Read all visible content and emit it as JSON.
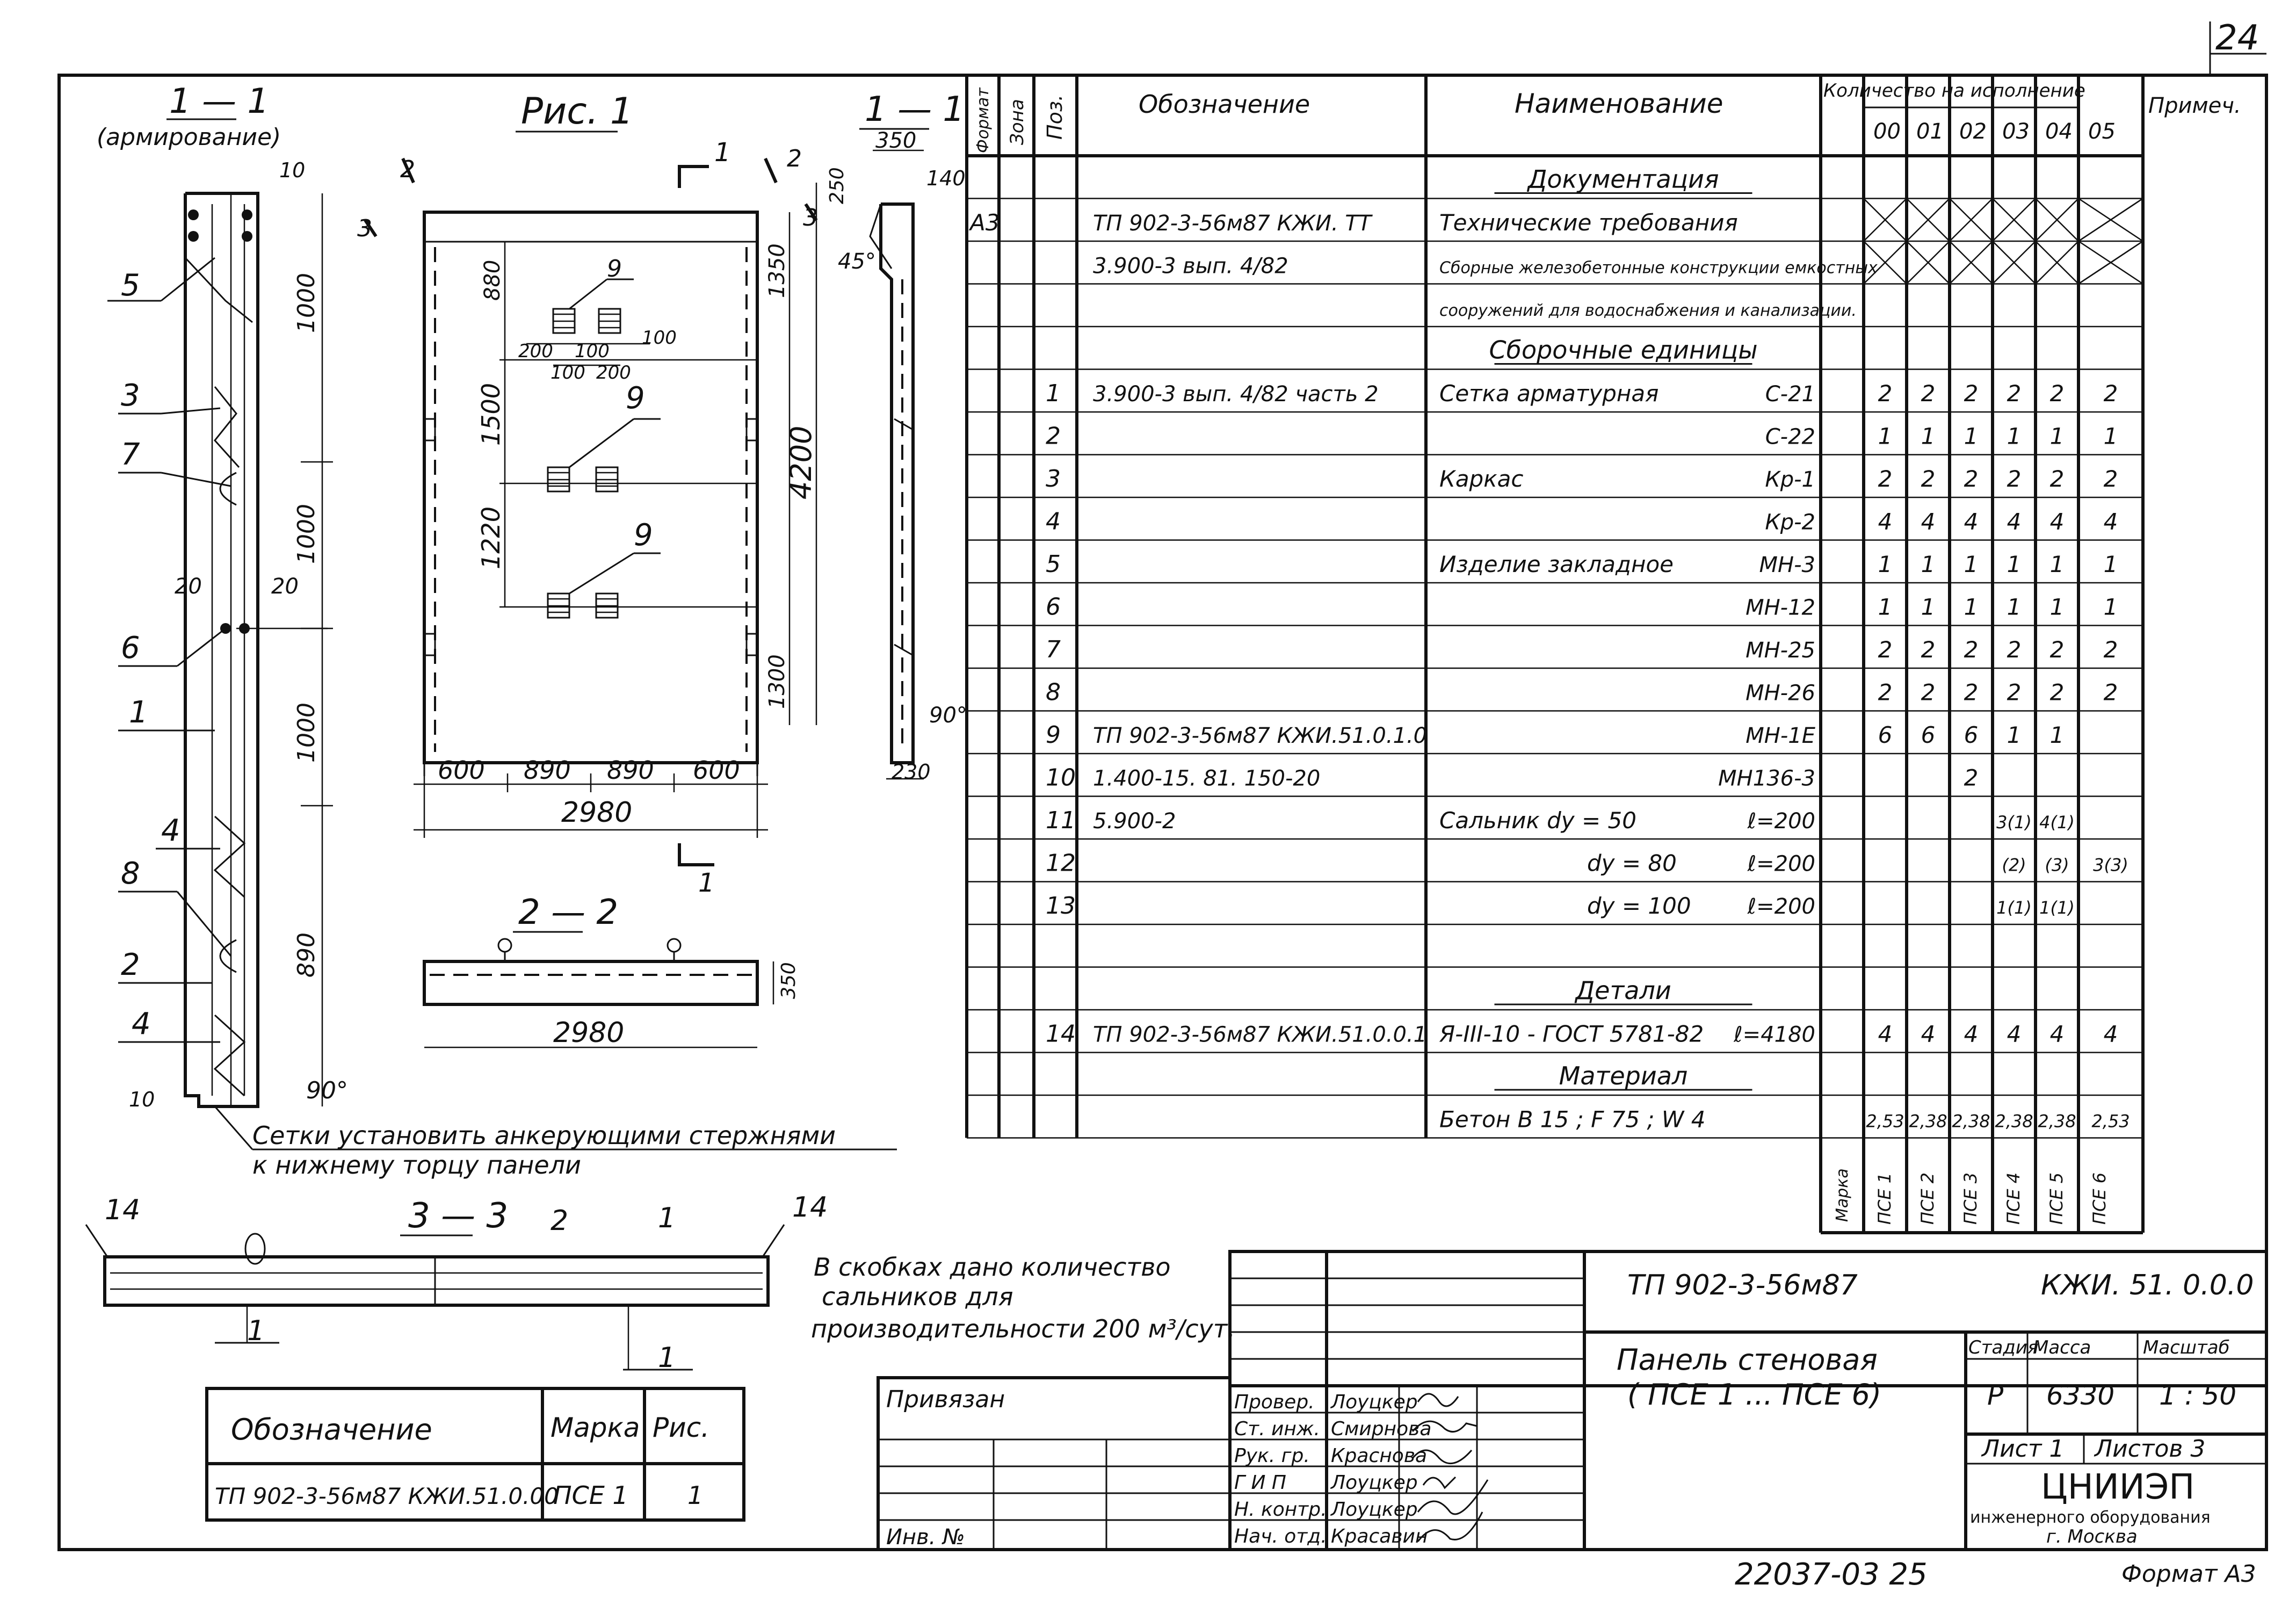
{
  "sheet_number": "24",
  "section_1_1_reinf": {
    "title": "1 — 1",
    "subtitle": "(армирование)",
    "dims": [
      "10",
      "1000",
      "1000",
      "20",
      "20",
      "1000",
      "890",
      "10",
      "90°"
    ],
    "callouts": [
      "5",
      "3",
      "7",
      "6",
      "1",
      "4",
      "8",
      "2",
      "4"
    ],
    "note_line1": "Сетки установить анкерующими стержнями",
    "note_line2": "к нижнему торцу панели"
  },
  "fig1": {
    "title": "Рис. 1",
    "cut_labels": [
      "2",
      "3",
      "1",
      "2",
      "3",
      "1"
    ],
    "dims_vertical": [
      "880",
      "1500",
      "1220",
      "1350",
      "4200",
      "1300"
    ],
    "dims_small": [
      "200",
      "100",
      "100",
      "200",
      "100"
    ],
    "callouts": [
      "9",
      "9",
      "9"
    ],
    "dims_bottom": [
      "600",
      "890",
      "890",
      "600"
    ],
    "total_width": "2980"
  },
  "section_1_1_side": {
    "title": "1 — 1",
    "dims": [
      "350",
      "140",
      "250",
      "45°",
      "90°",
      "230"
    ]
  },
  "section_2_2": {
    "title": "2 — 2",
    "width": "2980",
    "height": "350"
  },
  "section_3_3": {
    "title": "3 — 3",
    "callouts": [
      "14",
      "2",
      "1",
      "14",
      "1",
      "1"
    ]
  },
  "note_left": {
    "line1": "В скобках дано количество",
    "line2": "сальников  для",
    "line3": "производительности 200 м³/сут."
  },
  "spec": {
    "headers": {
      "format": "Формат",
      "zone": "Зона",
      "pos": "Поз.",
      "designation": "Обозначение",
      "name": "Наименование",
      "qty_group": "Количество на исполнение",
      "note": "Примеч.",
      "variants": [
        "00",
        "01",
        "02",
        "03",
        "04",
        "05"
      ]
    },
    "rows": [
      {
        "fmt": "",
        "pos": "",
        "des": "",
        "name": "Документация",
        "mark": "",
        "q": [
          "",
          "",
          "",
          "",
          "",
          ""
        ],
        "sec": true
      },
      {
        "fmt": "А3",
        "pos": "",
        "des": "ТП 902-3-56м87  КЖИ. ТТ",
        "name": "Технические требования",
        "mark": "",
        "q": [
          "",
          "",
          "",
          "",
          "",
          ""
        ],
        "cross": true
      },
      {
        "fmt": "",
        "pos": "",
        "des": "3.900-3  вып. 4/82",
        "name": "Сборные железобетонные конструкции емкостных",
        "mark": "",
        "q": [
          "",
          "",
          "",
          "",
          "",
          ""
        ],
        "cross": true
      },
      {
        "fmt": "",
        "pos": "",
        "des": "",
        "name": "сооружений для водоснабжения и канализации.",
        "mark": "",
        "q": [
          "",
          "",
          "",
          "",
          "",
          ""
        ]
      },
      {
        "fmt": "",
        "pos": "",
        "des": "",
        "name": "Сборочные единицы",
        "mark": "",
        "q": [
          "",
          "",
          "",
          "",
          "",
          ""
        ],
        "sec": true
      },
      {
        "fmt": "",
        "pos": "1",
        "des": "3.900-3  вып. 4/82 часть 2",
        "name": "Сетка арматурная",
        "mark": "С-21",
        "q": [
          "2",
          "2",
          "2",
          "2",
          "2",
          "2"
        ]
      },
      {
        "fmt": "",
        "pos": "2",
        "des": "",
        "name": "",
        "mark": "С-22",
        "q": [
          "1",
          "1",
          "1",
          "1",
          "1",
          "1"
        ]
      },
      {
        "fmt": "",
        "pos": "3",
        "des": "",
        "name": "Каркас",
        "mark": "Кр-1",
        "q": [
          "2",
          "2",
          "2",
          "2",
          "2",
          "2"
        ]
      },
      {
        "fmt": "",
        "pos": "4",
        "des": "",
        "name": "",
        "mark": "Кр-2",
        "q": [
          "4",
          "4",
          "4",
          "4",
          "4",
          "4"
        ]
      },
      {
        "fmt": "",
        "pos": "5",
        "des": "",
        "name": "Изделие закладное",
        "mark": "МН-3",
        "q": [
          "1",
          "1",
          "1",
          "1",
          "1",
          "1"
        ]
      },
      {
        "fmt": "",
        "pos": "6",
        "des": "",
        "name": "",
        "mark": "МН-12",
        "q": [
          "1",
          "1",
          "1",
          "1",
          "1",
          "1"
        ]
      },
      {
        "fmt": "",
        "pos": "7",
        "des": "",
        "name": "",
        "mark": "МН-25",
        "q": [
          "2",
          "2",
          "2",
          "2",
          "2",
          "2"
        ]
      },
      {
        "fmt": "",
        "pos": "8",
        "des": "",
        "name": "",
        "mark": "МН-26",
        "q": [
          "2",
          "2",
          "2",
          "2",
          "2",
          "2"
        ]
      },
      {
        "fmt": "",
        "pos": "9",
        "des": "ТП 902-3-56м87  КЖИ.51.0.1.0",
        "name": "",
        "mark": "МН-1Е",
        "q": [
          "6",
          "6",
          "6",
          "1",
          "1",
          ""
        ]
      },
      {
        "fmt": "",
        "pos": "10",
        "des": "1.400-15. 81.  150-20",
        "name": "",
        "mark": "МН136-3",
        "q": [
          "",
          "",
          "2",
          "",
          "",
          ""
        ]
      },
      {
        "fmt": "",
        "pos": "11",
        "des": "5.900-2",
        "name": "Сальник     dу = 50",
        "mark": "ℓ=200",
        "q": [
          "",
          "",
          "",
          "3(1)",
          "4(1)",
          ""
        ]
      },
      {
        "fmt": "",
        "pos": "12",
        "des": "",
        "name": "dу = 80",
        "mark": "ℓ=200",
        "q": [
          "",
          "",
          "",
          "(2)",
          "(3)",
          "3(3)"
        ]
      },
      {
        "fmt": "",
        "pos": "13",
        "des": "",
        "name": "dу = 100",
        "mark": "ℓ=200",
        "q": [
          "",
          "",
          "",
          "1(1)",
          "1(1)",
          ""
        ]
      },
      {
        "fmt": "",
        "pos": "",
        "des": "",
        "name": "",
        "mark": "",
        "q": [
          "",
          "",
          "",
          "",
          "",
          ""
        ]
      },
      {
        "fmt": "",
        "pos": "",
        "des": "",
        "name": "Детали",
        "mark": "",
        "q": [
          "",
          "",
          "",
          "",
          "",
          ""
        ],
        "sec": true
      },
      {
        "fmt": "",
        "pos": "14",
        "des": "ТП 902-3-56м87  КЖИ.51.0.0.1",
        "name": "Я-III-10 - ГОСТ 5781-82",
        "mark": "ℓ=4180",
        "q": [
          "4",
          "4",
          "4",
          "4",
          "4",
          "4"
        ]
      },
      {
        "fmt": "",
        "pos": "",
        "des": "",
        "name": "Материал",
        "mark": "",
        "q": [
          "",
          "",
          "",
          "",
          "",
          ""
        ],
        "sec": true
      },
      {
        "fmt": "",
        "pos": "",
        "des": "",
        "name": "Бетон  В 15 ;  F 75 ;  W 4",
        "mark": "",
        "q": [
          "2,53",
          "2,38",
          "2,38",
          "2,38",
          "2,38",
          "2,53"
        ]
      }
    ],
    "marks_label": "Марка",
    "marks": [
      "ПСЕ 1",
      "ПСЕ 2",
      "ПСЕ 3",
      "ПСЕ 4",
      "ПСЕ 5",
      "ПСЕ 6"
    ]
  },
  "mark_table": {
    "headers": [
      "Обозначение",
      "Марка",
      "Рис."
    ],
    "row": [
      "ТП 902-3-56м87  КЖИ.51.0.00",
      "ПСЕ 1",
      "1"
    ]
  },
  "title_block": {
    "code": "ТП 902-3-56м87",
    "sheet_code": "КЖИ. 51. 0.0.0",
    "name_line1": "Панель   стеновая",
    "name_line2": "( ПСЕ 1  ...  ПСЕ 6)",
    "stage_label": "Стадия",
    "mass_label": "Масса",
    "scale_label": "Масштаб",
    "stage": "Р",
    "mass": "6330",
    "scale": "1 : 50",
    "sheet": "Лист 1",
    "sheets": "Листов 3",
    "org1": "ЦНИИЭП",
    "org2": "инженерного оборудования",
    "org3": "г. Москва",
    "bound": "Привязан",
    "inv": "Инв. №",
    "roles": [
      "Провер.",
      "Ст. инж.",
      "Рук. гр.",
      "Г И П",
      "Н. контр.",
      "Нач. отд."
    ],
    "names": [
      "Лоуцкер",
      "Смирнова",
      "Краснова",
      "Лоуцкер",
      "Лоуцкер",
      "Красавин"
    ]
  },
  "footer": {
    "archive": "22037-03   25",
    "format": "Формат А3"
  }
}
